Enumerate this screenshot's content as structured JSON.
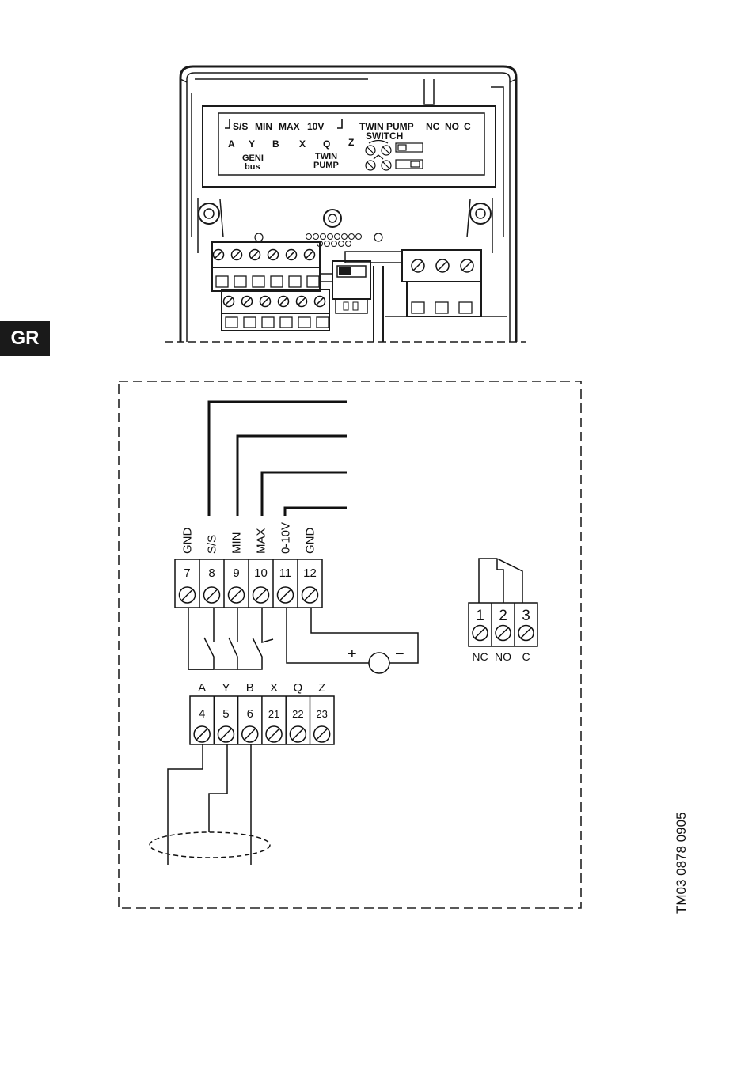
{
  "language_tab": "GR",
  "doc_code": "TM03 0878 0905",
  "panel_label": {
    "row1": [
      "S/S",
      "MIN",
      "MAX",
      "10V",
      "TWIN PUMP",
      "NC",
      "NO",
      "C"
    ],
    "row1_switch": "SWITCH",
    "row2": [
      "A",
      "Y",
      "B",
      "X",
      "Q",
      "Z"
    ],
    "geni_line1": "GENI",
    "geni_line2": "bus",
    "twin_line1": "TWIN",
    "twin_line2": "PUMP"
  },
  "signal_terminals": {
    "labels": [
      "GND",
      "S/S",
      "MIN",
      "MAX",
      "0-10V",
      "GND"
    ],
    "numbers": [
      "7",
      "8",
      "9",
      "10",
      "11",
      "12"
    ]
  },
  "bus_terminals": {
    "labels": [
      "A",
      "Y",
      "B",
      "X",
      "Q",
      "Z"
    ],
    "numbers": [
      "4",
      "5",
      "6",
      "21",
      "22",
      "23"
    ]
  },
  "relay_terminals": {
    "numbers": [
      "1",
      "2",
      "3"
    ],
    "labels": [
      "NC",
      "NO",
      "C"
    ]
  },
  "meter": {
    "plus": "+",
    "minus": "−"
  }
}
